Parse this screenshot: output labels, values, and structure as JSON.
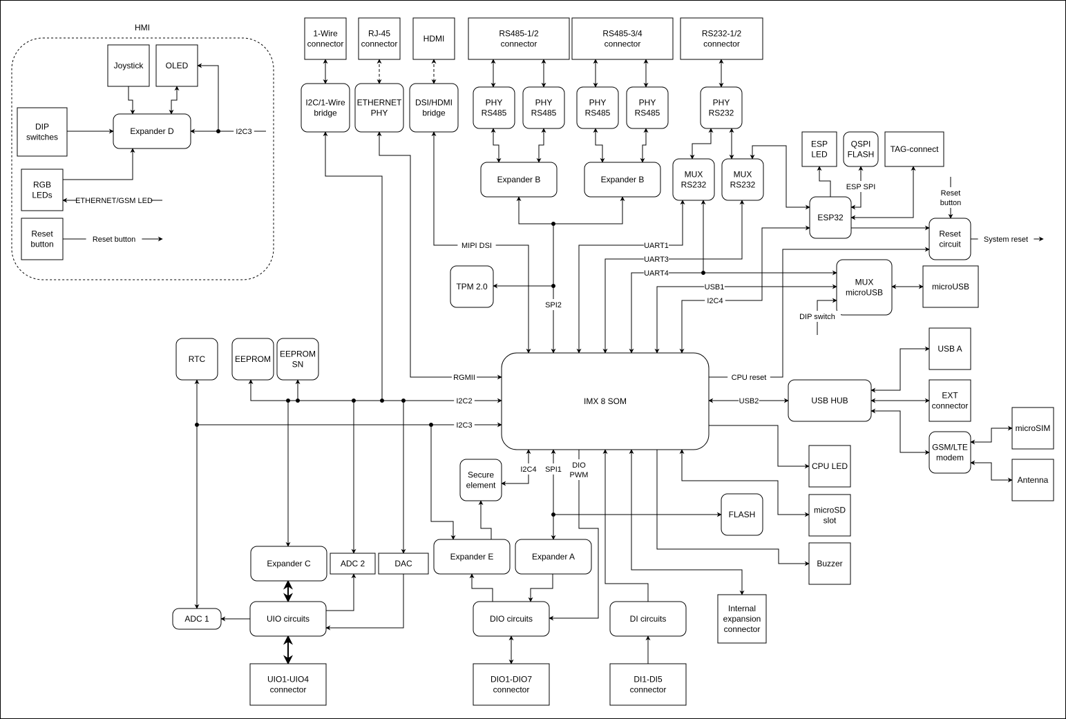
{
  "group": {
    "label": "HMI"
  },
  "nodes": {
    "joystick": [
      "Joystick"
    ],
    "oled": [
      "OLED"
    ],
    "expander_d": [
      "Expander D"
    ],
    "dip_switches": [
      "DIP",
      "switches"
    ],
    "rgb_leds": [
      "RGB",
      "LEDs"
    ],
    "reset_button_hmi": [
      "Reset",
      "button"
    ],
    "onewire_connector": [
      "1-Wire",
      "connector"
    ],
    "rj45_connector": [
      "RJ-45",
      "connector"
    ],
    "hdmi": [
      "HDMI"
    ],
    "rs485_12_connector": [
      "RS485-1/2",
      "connector"
    ],
    "rs485_34_connector": [
      "RS485-3/4",
      "connector"
    ],
    "rs232_12_connector": [
      "RS232-1/2",
      "connector"
    ],
    "i2c_onewire_bridge": [
      "I2C/1-Wire",
      "bridge"
    ],
    "ethernet_phy": [
      "ETHERNET",
      "PHY"
    ],
    "dsi_hdmi_bridge": [
      "DSI/HDMI",
      "bridge"
    ],
    "phy_rs485_1": [
      "PHY",
      "RS485"
    ],
    "phy_rs485_2": [
      "PHY",
      "RS485"
    ],
    "phy_rs485_3": [
      "PHY",
      "RS485"
    ],
    "phy_rs485_4": [
      "PHY",
      "RS485"
    ],
    "phy_rs232": [
      "PHY",
      "RS232"
    ],
    "expander_b_1": [
      "Expander B"
    ],
    "expander_b_2": [
      "Expander B"
    ],
    "mux_rs232_1": [
      "MUX",
      "RS232"
    ],
    "mux_rs232_2": [
      "MUX",
      "RS232"
    ],
    "esp_led": [
      "ESP",
      "LED"
    ],
    "qspi_flash": [
      "QSPI",
      "FLASH"
    ],
    "tag_connect": [
      "TAG-connect"
    ],
    "esp32": [
      "ESP32"
    ],
    "reset_circuit": [
      "Reset",
      "circuit"
    ],
    "mux_microusb": [
      "MUX",
      "microUSB"
    ],
    "microusb": [
      "microUSB"
    ],
    "tpm": [
      "TPM 2.0"
    ],
    "rtc": [
      "RTC"
    ],
    "eeprom": [
      "EEPROM"
    ],
    "eeprom_sn": [
      "EEPROM",
      "SN"
    ],
    "imx8_som": [
      "IMX 8 SOM"
    ],
    "usb_a": [
      "USB A"
    ],
    "usb_hub": [
      "USB HUB"
    ],
    "ext_connector": [
      "EXT",
      "connector"
    ],
    "microsim": [
      "microSIM"
    ],
    "gsm_lte_modem": [
      "GSM/LTE",
      "modem"
    ],
    "antenna": [
      "Antenna"
    ],
    "cpu_led": [
      "CPU LED"
    ],
    "microsd_slot": [
      "microSD",
      "slot"
    ],
    "buzzer": [
      "Buzzer"
    ],
    "flash": [
      "FLASH"
    ],
    "internal_expansion_connector": [
      "Internal",
      "expansion",
      "connector"
    ],
    "secure_element": [
      "Secure",
      "element"
    ],
    "expander_e": [
      "Expander E"
    ],
    "expander_a": [
      "Expander A"
    ],
    "expander_c": [
      "Expander C"
    ],
    "adc2": [
      "ADC 2"
    ],
    "dac": [
      "DAC"
    ],
    "adc1": [
      "ADC 1"
    ],
    "uio_circuits": [
      "UIO circuits"
    ],
    "dio_circuits": [
      "DIO circuits"
    ],
    "di_circuits": [
      "DI circuits"
    ],
    "uio_connector": [
      "UIO1-UIO4",
      "connector"
    ],
    "dio_connector": [
      "DIO1-DIO7",
      "connector"
    ],
    "di_connector": [
      "DI1-DI5",
      "connector"
    ]
  },
  "edge_labels": {
    "i2c3_hmi": "I2C3",
    "eth_gsm_led": "ETHERNET/GSM LED",
    "reset_button_signal": "Reset button",
    "mipi_dsi": "MIPI DSI",
    "spi2": "SPI2",
    "uart1": "UART1",
    "uart3": "UART3",
    "uart4": "UART4",
    "usb1": "USB1",
    "i2c4_top": "I2C4",
    "esp_spi": "ESP SPI",
    "reset_button_in": "Reset\nbutton",
    "system_reset": "System reset",
    "dip_switch": "DIP switch",
    "cpu_reset": "CPU reset",
    "usb2": "USB2",
    "rgmii": "RGMII",
    "i2c2": "I2C2",
    "i2c3": "I2C3",
    "i2c4_bottom": "I2C4",
    "spi1": "SPI1",
    "dio_pwm": "DIO\nPWM"
  }
}
